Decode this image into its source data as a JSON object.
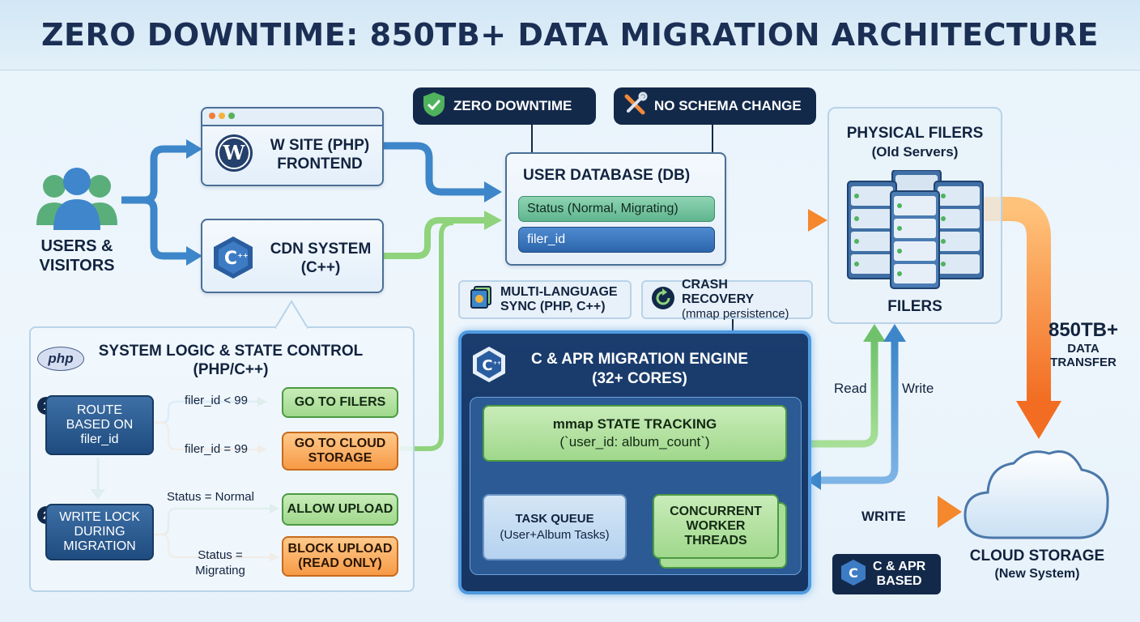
{
  "title": "ZERO DOWNTIME: 850TB+ DATA MIGRATION ARCHITECTURE",
  "users": {
    "label_line1": "USERS &",
    "label_line2": "VISITORS"
  },
  "wp_site": {
    "line1": "W SITE (PHP)",
    "line2": "FRONTEND"
  },
  "cdn": {
    "line1": "CDN SYSTEM",
    "line2": "(C++)"
  },
  "badges": {
    "zero_downtime": "ZERO DOWNTIME",
    "no_schema": "NO SCHEMA CHANGE"
  },
  "database": {
    "title": "USER DATABASE (DB)",
    "field_status": "Status (Normal, Migrating)",
    "field_filer": "filer_id"
  },
  "filers": {
    "title": "PHYSICAL FILERS",
    "subtitle": "(Old Servers)",
    "label": "FILERS"
  },
  "transfer": {
    "big": "850TB+",
    "line1": "DATA",
    "line2": "TRANSFER"
  },
  "logic": {
    "php_logo": "php",
    "title_line1": "SYSTEM LOGIC & STATE CONTROL",
    "title_line2": "(PHP/C++)",
    "step1": {
      "num": "1",
      "line1": "ROUTE",
      "line2": "BASED ON",
      "line3": "filer_id"
    },
    "step2": {
      "num": "2",
      "line1": "WRITE LOCK",
      "line2": "DURING",
      "line3": "MIGRATION"
    },
    "cond_lt": "filer_id < 99",
    "cond_eq": "filer_id = 99",
    "go_filers": "GO TO FILERS",
    "go_cloud_line1": "GO TO CLOUD",
    "go_cloud_line2": "STORAGE",
    "cond_normal": "Status = Normal",
    "cond_migrating_line1": "Status =",
    "cond_migrating_line2": "Migrating",
    "allow": "ALLOW UPLOAD",
    "block_line1": "BLOCK UPLOAD",
    "block_line2": "(READ ONLY)"
  },
  "multi_lang": {
    "line1": "MULTI-LANGUAGE",
    "line2": "SYNC (PHP, C++)"
  },
  "crash": {
    "line1": "CRASH RECOVERY",
    "line2": "(mmap persistence)"
  },
  "engine": {
    "title_line1": "C & APR MIGRATION ENGINE",
    "title_line2": "(32+ CORES)",
    "mmap_line1": "mmap STATE TRACKING",
    "mmap_line2": "(`user_id: album_count`)",
    "queue_line1": "TASK QUEUE",
    "queue_line2": "(User+Album Tasks)",
    "workers_line1": "CONCURRENT",
    "workers_line2": "WORKER",
    "workers_line3": "THREADS"
  },
  "io": {
    "read": "Read",
    "write_up": "Write",
    "write_cloud": "WRITE"
  },
  "capr": {
    "line1": "C & APR",
    "line2": "BASED"
  },
  "cloud": {
    "line1": "CLOUD STORAGE",
    "line2": "(New System)"
  },
  "colors": {
    "navy": "#13294a",
    "blue_arrow": "#3d86c9",
    "green": "#8fd37c",
    "orange": "#f7923a"
  }
}
